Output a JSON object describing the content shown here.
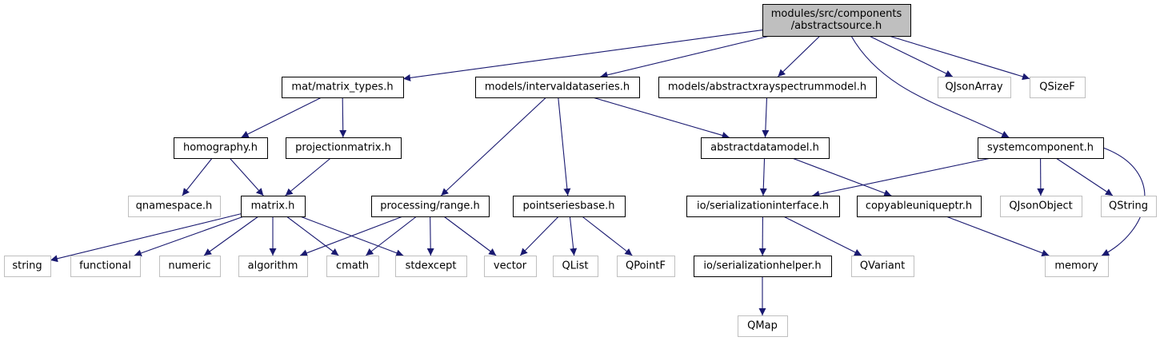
{
  "colors": {
    "edge": "#191970",
    "root_fill": "#bfbfbf",
    "box_border": "#000000",
    "external_border": "#bfbfbf",
    "text": "#000000"
  },
  "nodes": [
    {
      "id": "root",
      "lines": [
        "modules/src/components",
        "/abstractsource.h"
      ],
      "style": "root"
    },
    {
      "id": "matrix_types",
      "lines": [
        "mat/matrix_types.h"
      ],
      "style": "box"
    },
    {
      "id": "intervaldataseries",
      "lines": [
        "models/intervaldataseries.h"
      ],
      "style": "box"
    },
    {
      "id": "abstractxrayspectrummodel",
      "lines": [
        "models/abstractxrayspectrummodel.h"
      ],
      "style": "box"
    },
    {
      "id": "qjsonarray",
      "lines": [
        "QJsonArray"
      ],
      "style": "external"
    },
    {
      "id": "qsizef",
      "lines": [
        "QSizeF"
      ],
      "style": "external"
    },
    {
      "id": "homography",
      "lines": [
        "homography.h"
      ],
      "style": "box"
    },
    {
      "id": "projectionmatrix",
      "lines": [
        "projectionmatrix.h"
      ],
      "style": "box"
    },
    {
      "id": "abstractdatamodel",
      "lines": [
        "abstractdatamodel.h"
      ],
      "style": "box"
    },
    {
      "id": "systemcomponent",
      "lines": [
        "systemcomponent.h"
      ],
      "style": "box"
    },
    {
      "id": "qnamespace",
      "lines": [
        "qnamespace.h"
      ],
      "style": "external"
    },
    {
      "id": "matrix",
      "lines": [
        "matrix.h"
      ],
      "style": "box"
    },
    {
      "id": "range",
      "lines": [
        "processing/range.h"
      ],
      "style": "box"
    },
    {
      "id": "pointseriesbase",
      "lines": [
        "pointseriesbase.h"
      ],
      "style": "box"
    },
    {
      "id": "serializationinterface",
      "lines": [
        "io/serializationinterface.h"
      ],
      "style": "box"
    },
    {
      "id": "copyableuniqueptr",
      "lines": [
        "copyableuniqueptr.h"
      ],
      "style": "box"
    },
    {
      "id": "qjsonobject",
      "lines": [
        "QJsonObject"
      ],
      "style": "external"
    },
    {
      "id": "qstring",
      "lines": [
        "QString"
      ],
      "style": "external"
    },
    {
      "id": "string",
      "lines": [
        "string"
      ],
      "style": "external"
    },
    {
      "id": "functional",
      "lines": [
        "functional"
      ],
      "style": "external"
    },
    {
      "id": "numeric",
      "lines": [
        "numeric"
      ],
      "style": "external"
    },
    {
      "id": "algorithm",
      "lines": [
        "algorithm"
      ],
      "style": "external"
    },
    {
      "id": "cmath",
      "lines": [
        "cmath"
      ],
      "style": "external"
    },
    {
      "id": "stdexcept",
      "lines": [
        "stdexcept"
      ],
      "style": "external"
    },
    {
      "id": "vector",
      "lines": [
        "vector"
      ],
      "style": "external"
    },
    {
      "id": "qlist",
      "lines": [
        "QList"
      ],
      "style": "external"
    },
    {
      "id": "qpointf",
      "lines": [
        "QPointF"
      ],
      "style": "external"
    },
    {
      "id": "serializationhelper",
      "lines": [
        "io/serializationhelper.h"
      ],
      "style": "box"
    },
    {
      "id": "qvariant",
      "lines": [
        "QVariant"
      ],
      "style": "external"
    },
    {
      "id": "memory",
      "lines": [
        "memory"
      ],
      "style": "external"
    },
    {
      "id": "qmap",
      "lines": [
        "QMap"
      ],
      "style": "external"
    }
  ],
  "edges": [
    [
      "root",
      "matrix_types"
    ],
    [
      "root",
      "intervaldataseries"
    ],
    [
      "root",
      "abstractxrayspectrummodel"
    ],
    [
      "root",
      "qjsonarray"
    ],
    [
      "root",
      "qsizef"
    ],
    [
      "root",
      "systemcomponent"
    ],
    [
      "matrix_types",
      "homography"
    ],
    [
      "matrix_types",
      "projectionmatrix"
    ],
    [
      "homography",
      "qnamespace"
    ],
    [
      "homography",
      "matrix"
    ],
    [
      "projectionmatrix",
      "matrix"
    ],
    [
      "matrix",
      "string"
    ],
    [
      "matrix",
      "functional"
    ],
    [
      "matrix",
      "numeric"
    ],
    [
      "matrix",
      "algorithm"
    ],
    [
      "matrix",
      "cmath"
    ],
    [
      "matrix",
      "stdexcept"
    ],
    [
      "intervaldataseries",
      "range"
    ],
    [
      "intervaldataseries",
      "pointseriesbase"
    ],
    [
      "intervaldataseries",
      "abstractdatamodel"
    ],
    [
      "abstractxrayspectrummodel",
      "abstractdatamodel"
    ],
    [
      "range",
      "algorithm"
    ],
    [
      "range",
      "cmath"
    ],
    [
      "range",
      "stdexcept"
    ],
    [
      "range",
      "vector"
    ],
    [
      "pointseriesbase",
      "vector"
    ],
    [
      "pointseriesbase",
      "qlist"
    ],
    [
      "pointseriesbase",
      "qpointf"
    ],
    [
      "abstractdatamodel",
      "serializationinterface"
    ],
    [
      "abstractdatamodel",
      "copyableuniqueptr"
    ],
    [
      "serializationinterface",
      "serializationhelper"
    ],
    [
      "serializationinterface",
      "qvariant"
    ],
    [
      "serializationhelper",
      "qmap"
    ],
    [
      "copyableuniqueptr",
      "memory"
    ],
    [
      "systemcomponent",
      "serializationinterface"
    ],
    [
      "systemcomponent",
      "qjsonobject"
    ],
    [
      "systemcomponent",
      "qstring"
    ],
    [
      "systemcomponent",
      "memory"
    ]
  ]
}
